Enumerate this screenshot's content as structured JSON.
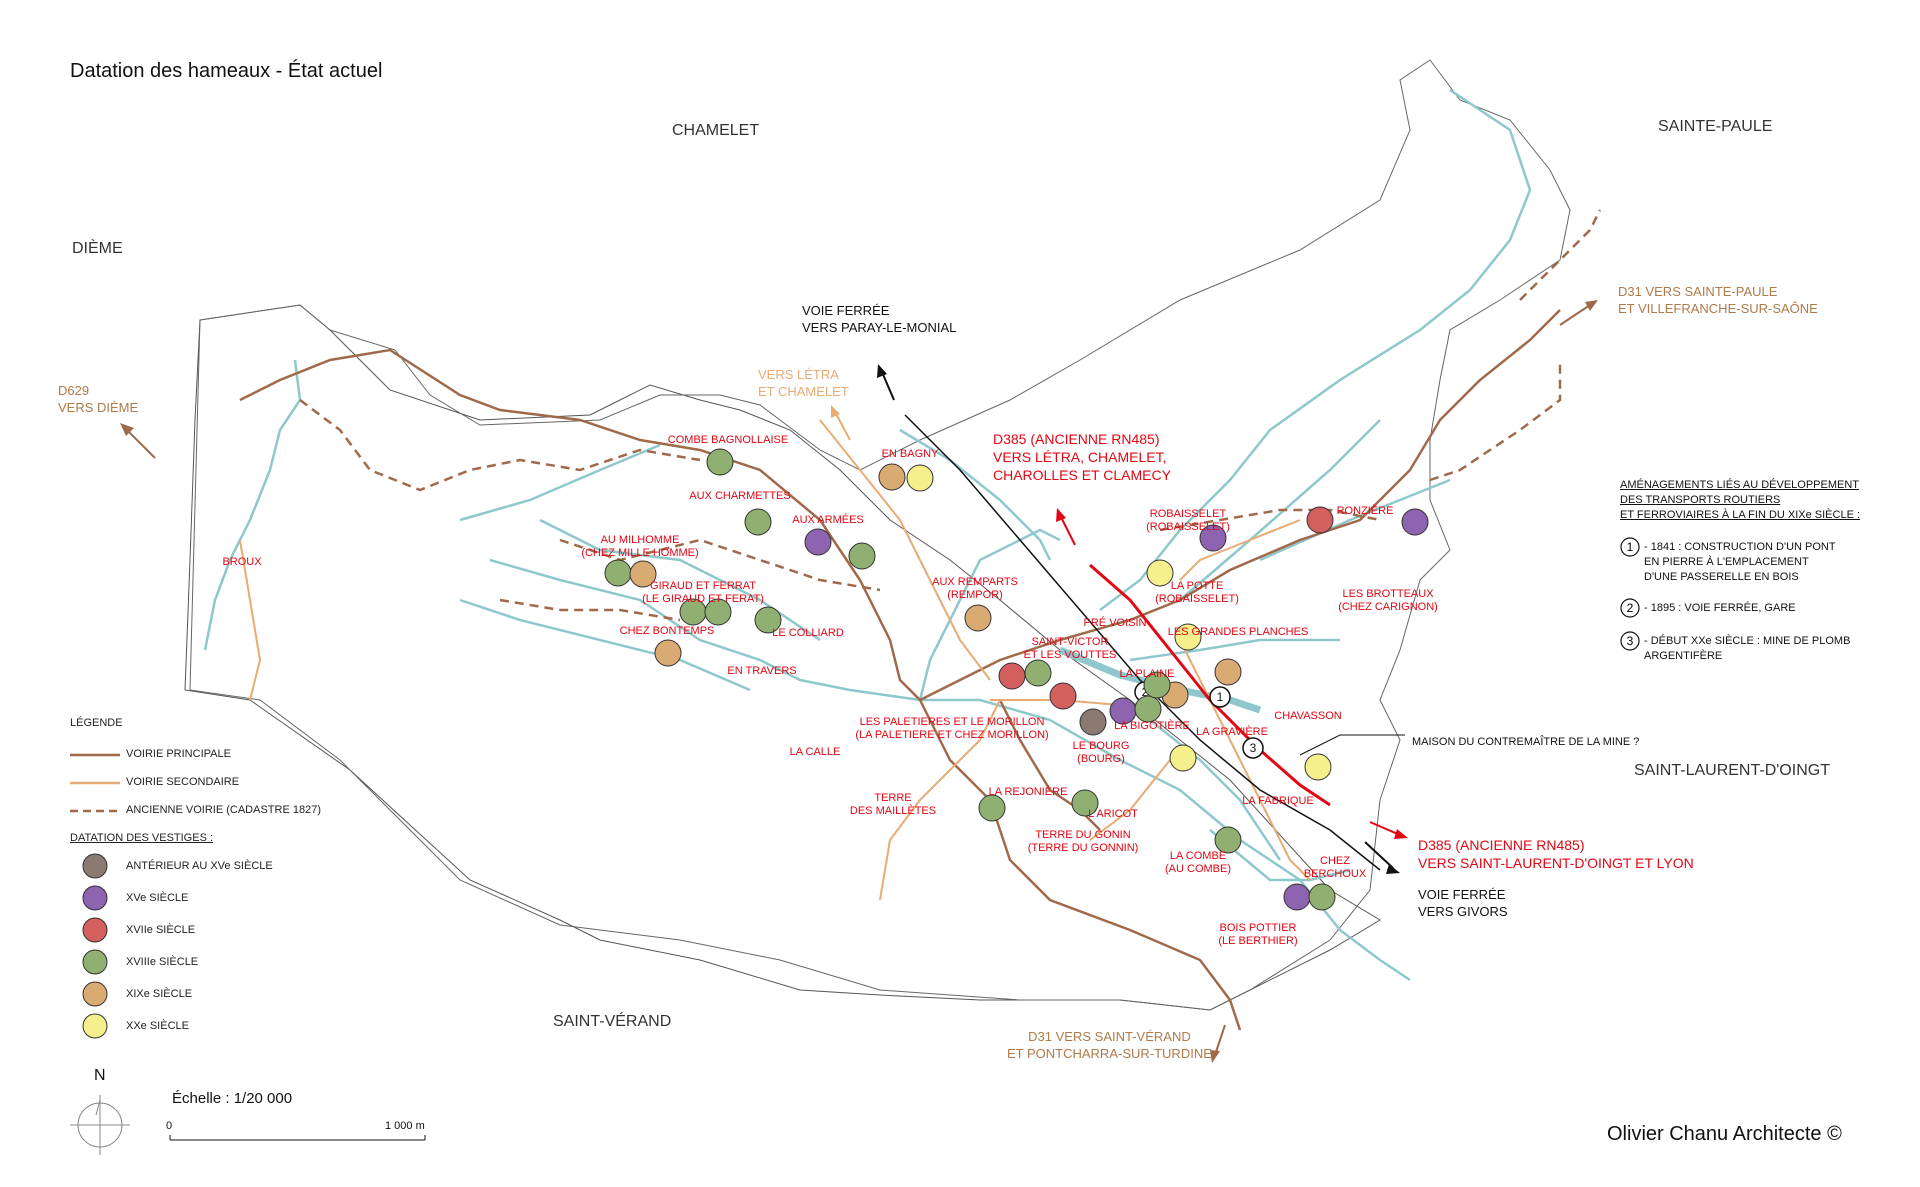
{
  "title": "Datation des hameaux - État actuel",
  "credit": "Olivier Chanu Architecte ©",
  "communes": {
    "chamelet": "CHAMELET",
    "sainte_paule": "SAINTE-PAULE",
    "dieme": "DIÈME",
    "saint_laurent": "SAINT-LAURENT-D'OINGT",
    "saint_verand": "SAINT-VÉRAND"
  },
  "roads": {
    "d629": [
      "D629",
      "VERS DIÈME"
    ],
    "d31_ne": [
      "D31 VERS SAINTE-PAULE",
      "ET VILLEFRANCHE-SUR-SAÔNE"
    ],
    "letra": [
      "VERS LÉTRA",
      "ET CHAMELET"
    ],
    "d385_n": [
      "D385 (ANCIENNE RN485)",
      "VERS LÉTRA, CHAMELET,",
      "CHAROLLES ET CLAMECY"
    ],
    "d385_s": [
      "D385 (ANCIENNE RN485)",
      "VERS SAINT-LAURENT-D'OINGT ET LYON"
    ],
    "d31_s": [
      "D31 VERS SAINT-VÉRAND",
      "ET PONTCHARRA-SUR-TURDINE"
    ],
    "rail_n": [
      "VOIE FERRÉE",
      "VERS PARAY-LE-MONIAL"
    ],
    "rail_s": [
      "VOIE FERRÉE",
      "VERS GIVORS"
    ],
    "maison": "MAISON DU CONTREMAÎTRE DE LA MINE ?"
  },
  "places": [
    {
      "id": "broux",
      "lines": [
        "BROUX"
      ]
    },
    {
      "id": "combe",
      "lines": [
        "COMBE BAGNOLLAISE"
      ]
    },
    {
      "id": "charmettes",
      "lines": [
        "AUX CHARMETTES"
      ]
    },
    {
      "id": "armees",
      "lines": [
        "AUX ARMÉES"
      ]
    },
    {
      "id": "bagny",
      "lines": [
        "EN BAGNY"
      ]
    },
    {
      "id": "milhomme",
      "lines": [
        "AU MILHOMME",
        "(CHEZ MILLE HOMME)"
      ]
    },
    {
      "id": "giraud",
      "lines": [
        "GIRAUD ET FERRAT",
        "(LE GIRAUD ET FERAT)"
      ]
    },
    {
      "id": "bontemps",
      "lines": [
        "CHEZ BONTEMPS"
      ]
    },
    {
      "id": "colliard",
      "lines": [
        "LE COLLIARD"
      ]
    },
    {
      "id": "travers",
      "lines": [
        "EN TRAVERS"
      ]
    },
    {
      "id": "remparts",
      "lines": [
        "AUX REMPARTS",
        "(REMPOR)"
      ]
    },
    {
      "id": "stvictor",
      "lines": [
        "SAINT-VICTOR",
        "ET LES VOUTTES"
      ]
    },
    {
      "id": "paletieres",
      "lines": [
        "LES PALETIERES ET LE MORILLON",
        "(LA PALETIERE ET CHEZ MORILLON)"
      ]
    },
    {
      "id": "calle",
      "lines": [
        "LA CALLE"
      ]
    },
    {
      "id": "mailletes",
      "lines": [
        "TERRE",
        "DES MAILLÈTES"
      ]
    },
    {
      "id": "rejoniere",
      "lines": [
        "LA REJONIÈRE"
      ]
    },
    {
      "id": "bourg",
      "lines": [
        "LE BOURG",
        "(BOURG)"
      ]
    },
    {
      "id": "plaine",
      "lines": [
        "LA PLAINE"
      ]
    },
    {
      "id": "bigotiere",
      "lines": [
        "LA BIGOTIÈRE"
      ]
    },
    {
      "id": "gonin",
      "lines": [
        "TERRE DU GONIN",
        "(TERRE DU GONNIN)"
      ]
    },
    {
      "id": "aricot",
      "lines": [
        "L'ARICOT"
      ]
    },
    {
      "id": "combe2",
      "lines": [
        "LA COMBE",
        "(AU COMBE)"
      ]
    },
    {
      "id": "boispottier",
      "lines": [
        "BOIS POTTIER",
        "(LE BERTHIER)"
      ]
    },
    {
      "id": "berchoux",
      "lines": [
        "CHEZ",
        "BERCHOUX"
      ]
    },
    {
      "id": "fabrique",
      "lines": [
        "LA FABRIQUE"
      ]
    },
    {
      "id": "graviere",
      "lines": [
        "LA GRAVIÈRE"
      ]
    },
    {
      "id": "chavasson",
      "lines": [
        "CHAVASSON"
      ]
    },
    {
      "id": "prevoisin",
      "lines": [
        "PRÉ VOISIN"
      ]
    },
    {
      "id": "planches",
      "lines": [
        "LES GRANDES PLANCHES"
      ]
    },
    {
      "id": "potte",
      "lines": [
        "LA POTTE",
        "(ROBAISSELET)"
      ]
    },
    {
      "id": "robaisselet",
      "lines": [
        "ROBAISSELET",
        "(ROBAISSELET)"
      ]
    },
    {
      "id": "ronziere",
      "lines": [
        "RONZIÈRE"
      ]
    },
    {
      "id": "brotteaux",
      "lines": [
        "LES BROTTEAUX",
        "(CHEZ CARIGNON)"
      ]
    }
  ],
  "legend": {
    "heading": "LÉGENDE",
    "roads": [
      {
        "label": "VOIRIE PRINCIPALE",
        "color": "#a0694a",
        "style": "solid"
      },
      {
        "label": "VOIRIE SECONDAIRE",
        "color": "#e8ab74",
        "style": "solid"
      },
      {
        "label": "ANCIENNE VOIRIE (CADASTRE 1827)",
        "color": "#a0694a",
        "style": "dashed"
      }
    ],
    "dating_heading": "DATATION DES VESTIGES :",
    "dating": [
      {
        "label": "ANTÉRIEUR AU XVe SIÈCLE",
        "color": "#8a7a72"
      },
      {
        "label": "XVe SIÈCLE",
        "color": "#8e63b0"
      },
      {
        "label": "XVIIe SIÈCLE",
        "color": "#d35f5f"
      },
      {
        "label": "XVIIIe SIÈCLE",
        "color": "#8fb070"
      },
      {
        "label": "XIXe SIÈCLE",
        "color": "#d9aa72"
      },
      {
        "label": "XXe SIÈCLE",
        "color": "#f5ef8c"
      }
    ]
  },
  "notes": {
    "heading": [
      "AMÉNAGEMENTS LIÉS AU DÉVELOPPEMENT",
      "DES TRANSPORTS ROUTIERS",
      "ET FERROVIAIRES À LA FIN DU XIXe SIÈCLE :"
    ],
    "items": [
      {
        "num": "1",
        "lines": [
          "- 1841 : CONSTRUCTION D'UN PONT",
          "EN PIERRE À L'EMPLACEMENT",
          "D'UNE PASSERELLE EN BOIS"
        ]
      },
      {
        "num": "2",
        "lines": [
          "- 1895 : VOIE FERRÉE, GARE"
        ]
      },
      {
        "num": "3",
        "lines": [
          "- DÉBUT XXe SIÈCLE : MINE DE PLOMB",
          "ARGENTIFÈRE"
        ]
      }
    ]
  },
  "scale": {
    "label": "Échelle : 1/20 000",
    "start": "0",
    "end": "1 000 m"
  },
  "north": "N",
  "colors": {
    "river": "#8ec8cc",
    "boundary": "#555555",
    "primary": "#a0694a",
    "secondary": "#e8ab74",
    "red": "#e30613"
  }
}
